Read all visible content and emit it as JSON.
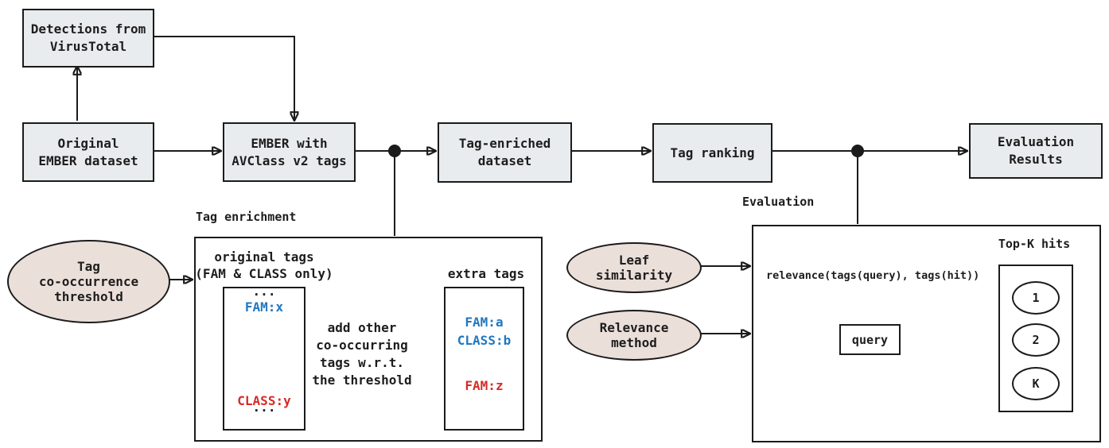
{
  "colors": {
    "node_fill": "#e9ecee",
    "param_fill": "#ebdfd9",
    "line": "#1b1b1b",
    "blue": "#2077c0",
    "red": "#d62b27"
  },
  "pipeline": {
    "detections": {
      "line1": "Detections from",
      "line2": "VirusTotal"
    },
    "original_ember": {
      "line1": "Original",
      "line2": "EMBER dataset"
    },
    "ember_avclass": {
      "line1": "EMBER with",
      "line2": "AVClass v2 tags"
    },
    "tag_enriched": {
      "line1": "Tag-enriched",
      "line2": "dataset"
    },
    "tag_ranking": {
      "line1": "Tag ranking"
    },
    "evaluation_results": {
      "line1": "Evaluation",
      "line2": "Results"
    }
  },
  "enrichment": {
    "section_label": "Tag enrichment",
    "threshold": {
      "line1": "Tag",
      "line2": "co-occurrence",
      "line3": "threshold"
    },
    "original_tags_heading": {
      "line1": "original tags",
      "line2": "(FAM & CLASS only)"
    },
    "extra_tags_heading": "extra tags",
    "original_box": {
      "dots_top": "...",
      "fam_x": "FAM:x",
      "class_y": "CLASS:y",
      "dots_bottom": "..."
    },
    "note": {
      "line1": "add other",
      "line2": "co-occurring",
      "line3": "tags w.r.t.",
      "line4": "the threshold"
    },
    "extra_box": {
      "fam_a": "FAM:a",
      "class_b": "CLASS:b",
      "fam_z": "FAM:z"
    }
  },
  "evaluation": {
    "section_label": "Evaluation",
    "leaf_similarity": {
      "line1": "Leaf",
      "line2": "similarity"
    },
    "relevance_method": {
      "line1": "Relevance",
      "line2": "method"
    },
    "formula": "relevance(tags(query), tags(hit))",
    "topk_heading": "Top-K hits",
    "query_label": "query",
    "hits": [
      "1",
      "2",
      "K"
    ]
  }
}
